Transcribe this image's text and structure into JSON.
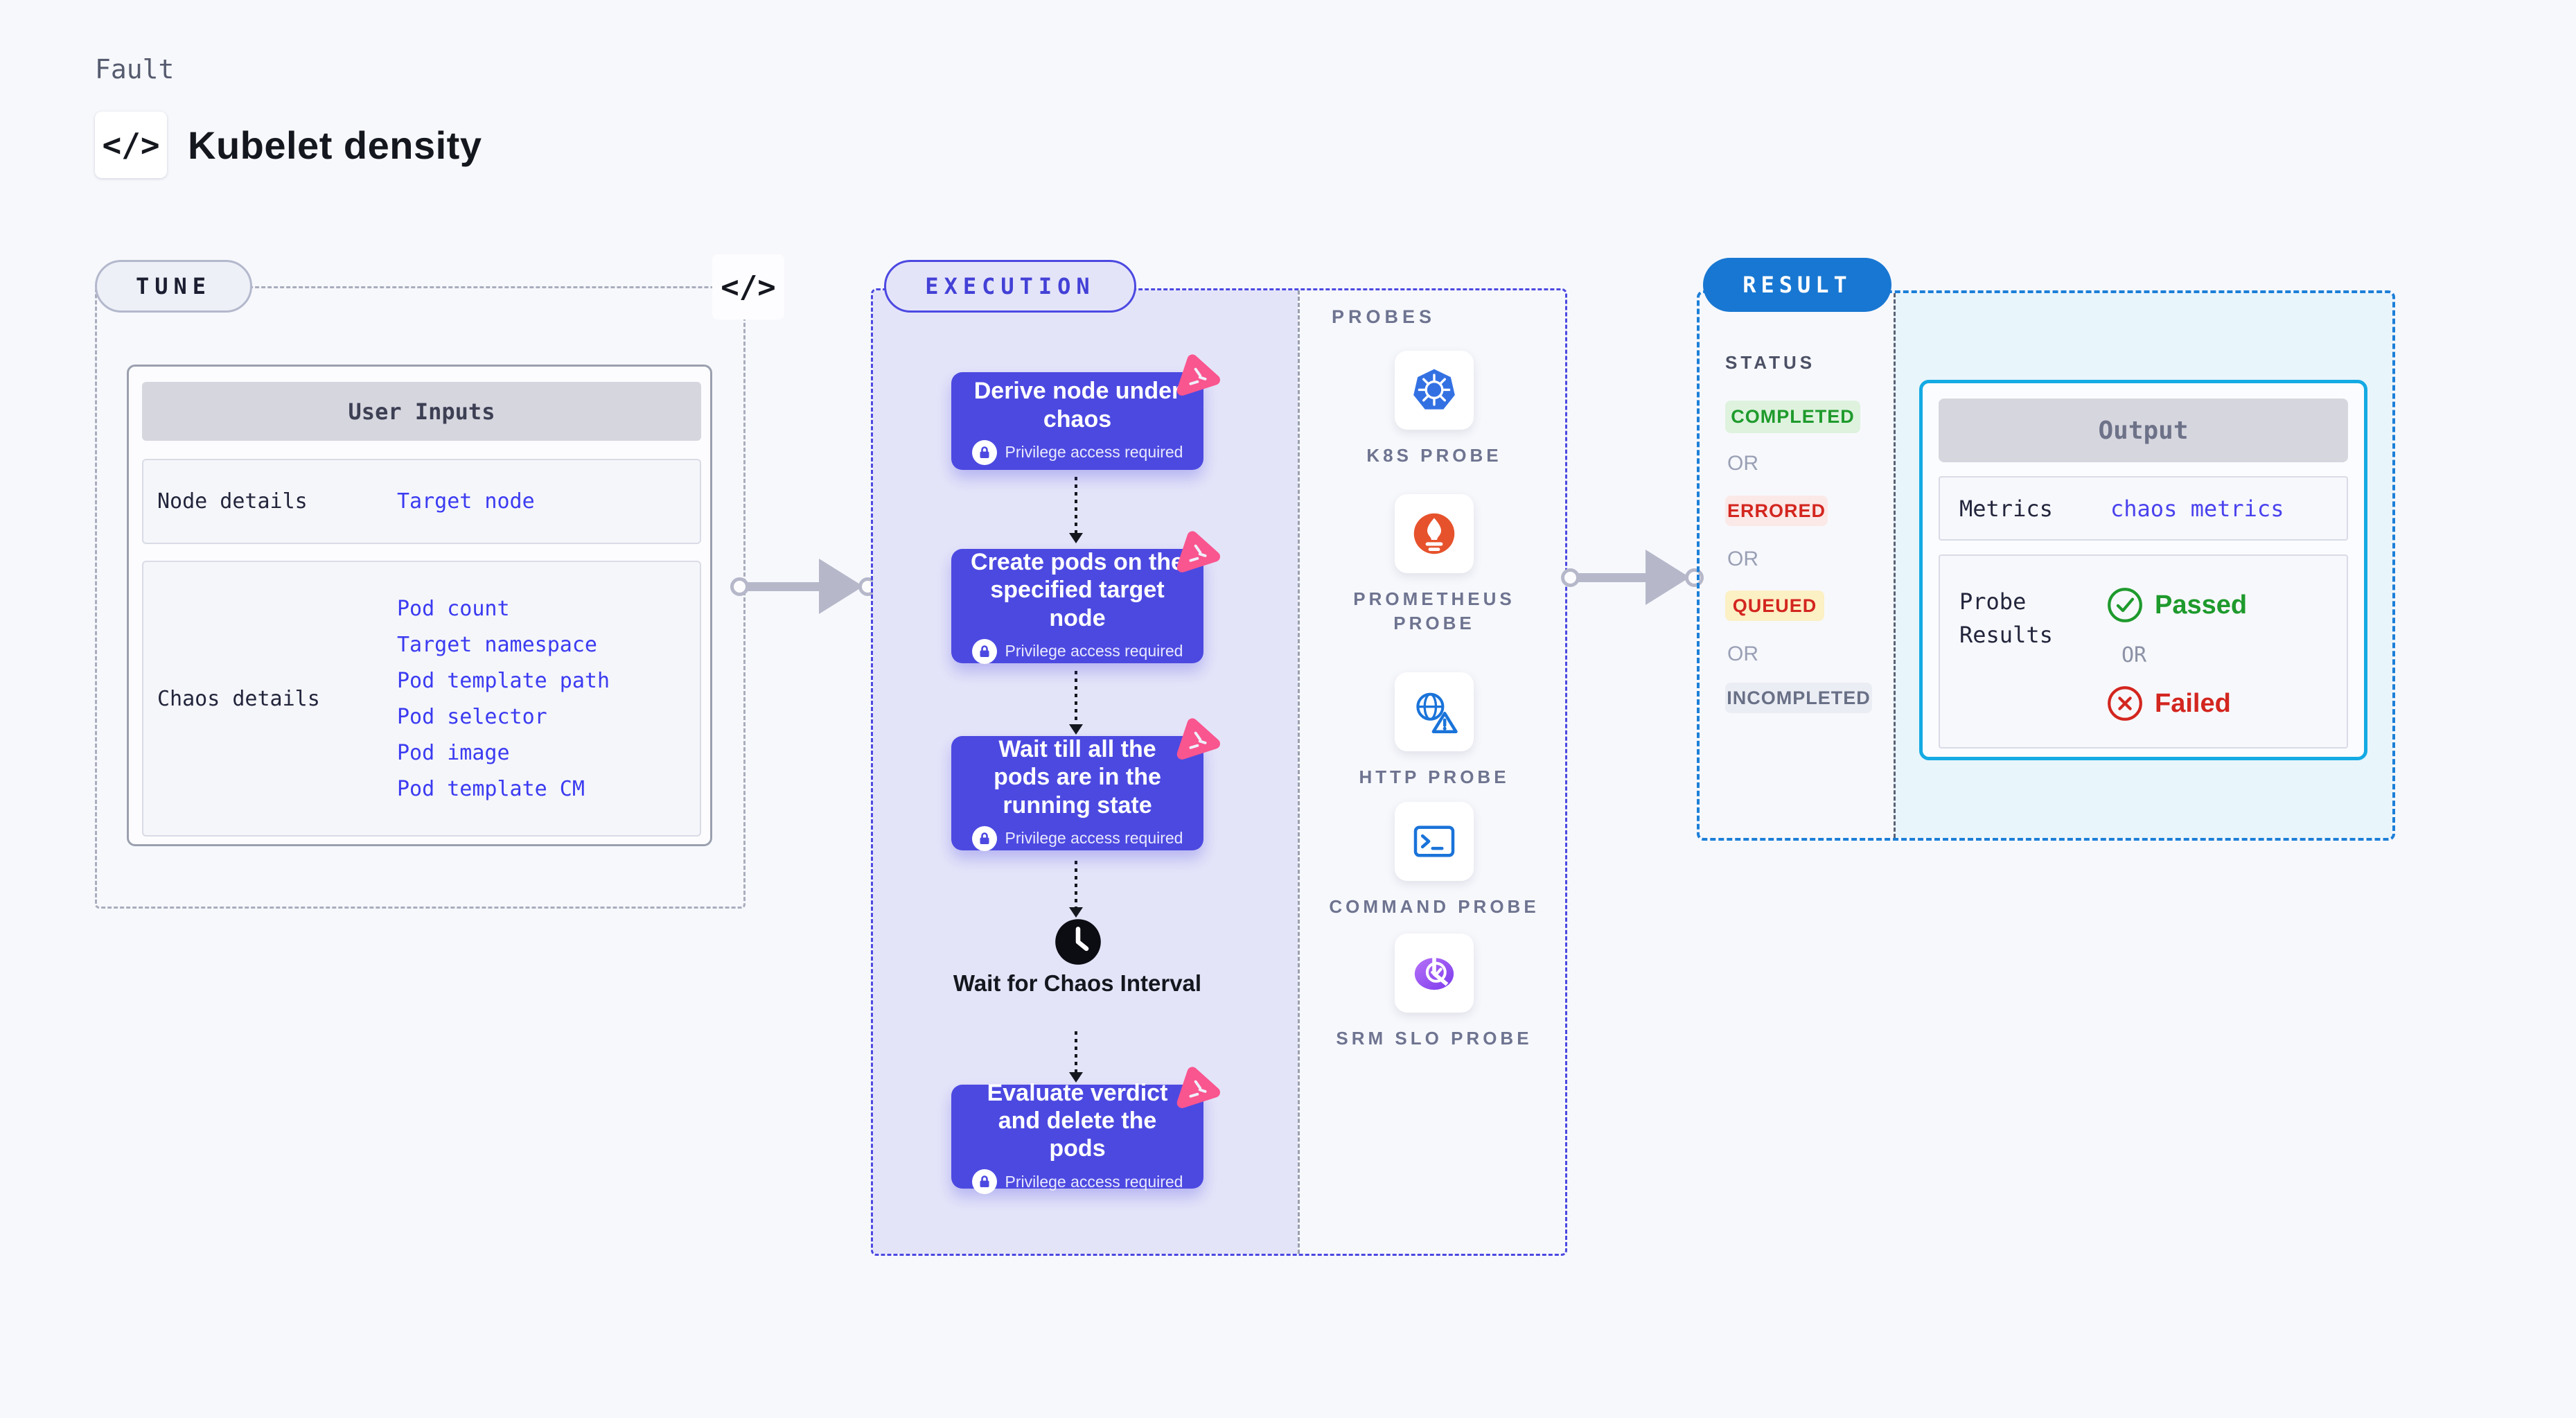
{
  "header": {
    "eyebrow": "Fault",
    "title": "Kubelet density",
    "code_icon": "</>"
  },
  "tune": {
    "badge": "TUNE",
    "code_icon": "</>",
    "user_inputs": {
      "title": "User Inputs",
      "rows": [
        {
          "label": "Node details",
          "links": [
            "Target node"
          ]
        },
        {
          "label": "Chaos details",
          "links": [
            "Pod count",
            "Target namespace",
            "Pod template path",
            "Pod selector",
            "Pod image",
            "Pod template CM"
          ]
        }
      ]
    }
  },
  "execution": {
    "badge": "EXECUTION",
    "steps": [
      {
        "title": "Derive node under chaos",
        "note": "Privilege access required"
      },
      {
        "title": "Create pods on the specified target node",
        "note": "Privilege access required"
      },
      {
        "title": "Wait till all the pods are in the running state",
        "note": "Privilege access required"
      },
      {
        "title": "Evaluate verdict and delete the pods",
        "note": "Privilege access required"
      }
    ],
    "wait_label": "Wait for Chaos Interval"
  },
  "probes": {
    "label": "PROBES",
    "items": [
      {
        "name": "K8S PROBE",
        "icon": "kubernetes-icon"
      },
      {
        "name": "PROMETHEUS PROBE",
        "icon": "prometheus-icon"
      },
      {
        "name": "HTTP PROBE",
        "icon": "http-globe-warning-icon"
      },
      {
        "name": "COMMAND PROBE",
        "icon": "terminal-icon"
      },
      {
        "name": "SRM SLO PROBE",
        "icon": "srm-slo-gauge-icon"
      }
    ]
  },
  "result": {
    "badge": "RESULT",
    "status_label": "STATUS",
    "or_label": "OR",
    "statuses": [
      {
        "label": "COMPLETED",
        "fg": "#1e9a2c",
        "bg": "#def2de"
      },
      {
        "label": "ERRORED",
        "fg": "#d3261f",
        "bg": "#fbe9e8"
      },
      {
        "label": "QUEUED",
        "fg": "#d3261f",
        "bg": "#fcf0c5"
      },
      {
        "label": "INCOMPLETED",
        "fg": "#687086",
        "bg": "#ebedf4"
      }
    ],
    "output": {
      "title": "Output",
      "metrics_label": "Metrics",
      "metrics_value": "chaos metrics",
      "probe_results_label": "Probe Results",
      "passed_label": "Passed",
      "or_label": "OR",
      "failed_label": "Failed",
      "passed_color": "#1e9a2c",
      "failed_color": "#d3261f"
    }
  },
  "colors": {
    "background": "#f7f8fc",
    "execution_accent": "#4c49e1",
    "execution_fill": "#e4e4f9",
    "chaos_pink": "#f9558e",
    "result_accent": "#1877d2",
    "output_border": "#14aae3",
    "link": "#3b3bf1"
  }
}
